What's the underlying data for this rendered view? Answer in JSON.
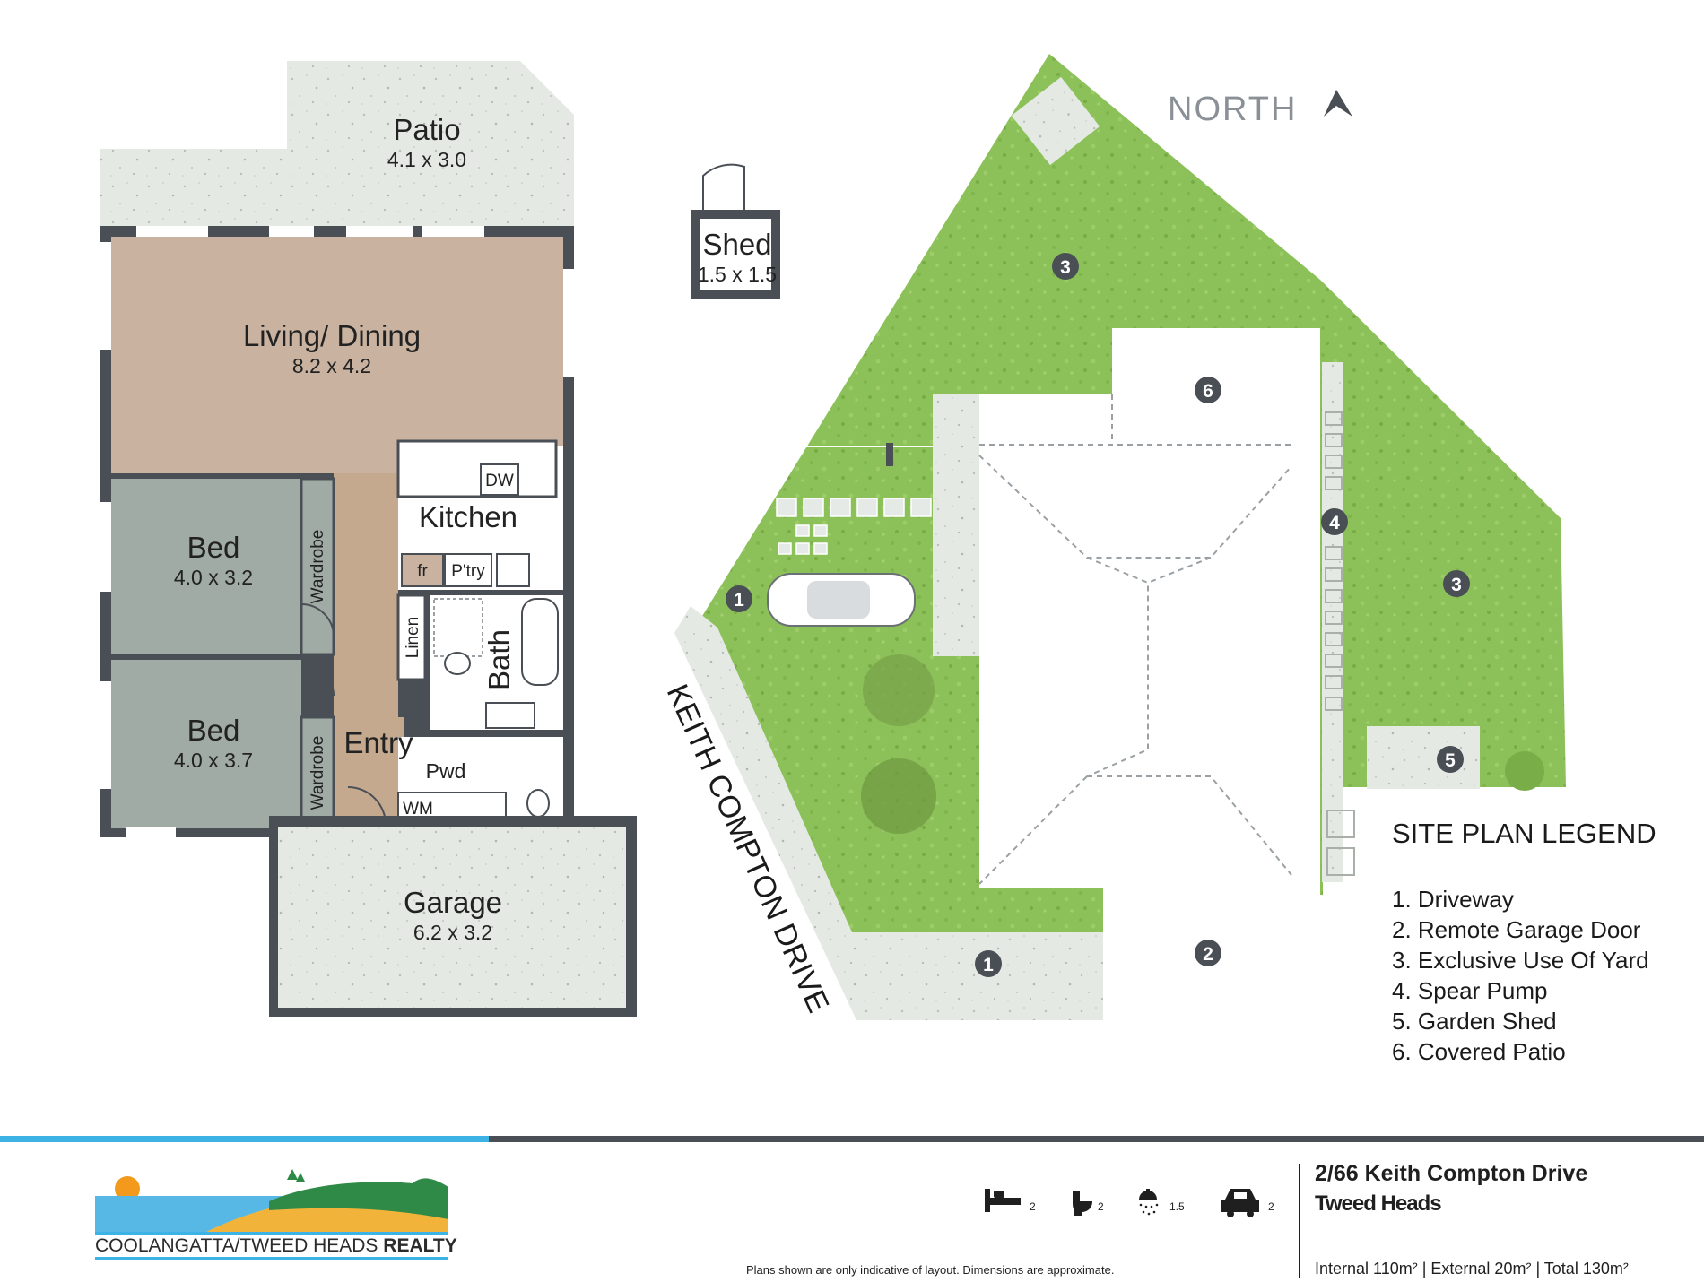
{
  "colors": {
    "wall": "#4a4f55",
    "living": "#c9b3a0",
    "bed": "#a1aba5",
    "hall": "#c4a98f",
    "patio": "#e6eae6",
    "lawn": "#8fc25a",
    "lawn_dark": "#79ad47",
    "accent_blue": "#3cb3e4",
    "footer_bar": "#4a4f55"
  },
  "floor_plan": {
    "rooms": [
      {
        "name": "Patio",
        "dims": "4.1 x 3.0"
      },
      {
        "name": "Living/ Dining",
        "dims": "8.2 x 4.2"
      },
      {
        "name": "Bed",
        "dims": "4.0 x 3.2"
      },
      {
        "name": "Bed",
        "dims": "4.0 x 3.7"
      },
      {
        "name": "Garage",
        "dims": "6.2 x 3.2"
      },
      {
        "name": "Shed",
        "dims": "1.5 x 1.5"
      }
    ],
    "labels": {
      "kitchen": "Kitchen",
      "dw": "DW",
      "fr": "fr",
      "pantry": "P'try",
      "linen": "Linen",
      "bath": "Bath",
      "entry": "Entry",
      "pwd": "Pwd",
      "wm": "WM",
      "wardrobe": "Wardrobe"
    }
  },
  "site_plan": {
    "north_label": "NORTH",
    "street_name": "KEITH COMPTON DRIVE",
    "markers": [
      "1",
      "2",
      "3",
      "4",
      "5",
      "6"
    ],
    "legend_title": "SITE PLAN LEGEND",
    "legend_items": [
      "1.  Driveway",
      "2. Remote Garage Door",
      "3. Exclusive Use Of Yard",
      "4. Spear Pump",
      "5. Garden Shed",
      "6. Covered Patio"
    ]
  },
  "footer": {
    "brand_left": "COOLANGATTA/",
    "brand_right": "TWEED HEADS ",
    "brand_bold": "REALTY",
    "features": [
      {
        "icon": "bed-icon",
        "value": "2"
      },
      {
        "icon": "toilet-icon",
        "value": "2"
      },
      {
        "icon": "shower-icon",
        "value": "1.5"
      },
      {
        "icon": "car-icon",
        "value": "2"
      }
    ],
    "disclaimer": "Plans shown are only indicative of layout. Dimensions are approximate.",
    "address_line1": "2/66 Keith Compton Drive",
    "address_line2": "Tweed Heads",
    "areas": "Internal 110m² | External 20m² |  Total 130m²"
  }
}
